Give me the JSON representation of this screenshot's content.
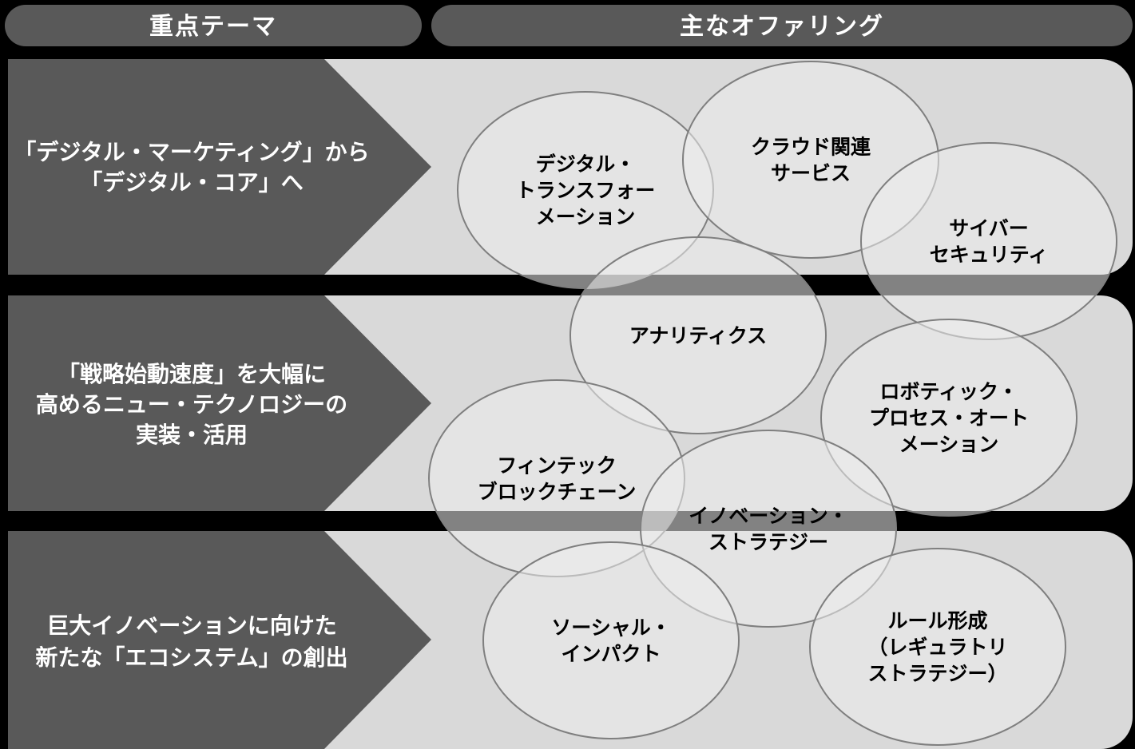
{
  "headers": {
    "themes": "重点テーマ",
    "offerings": "主なオファリング"
  },
  "themes": [
    {
      "lines": [
        "「デジタル・マーケティング」から",
        "「デジタル・コア」へ"
      ]
    },
    {
      "lines": [
        "「戦略始動速度」を大幅に",
        "高めるニュー・テクノロジーの",
        "実装・活用"
      ]
    },
    {
      "lines": [
        "巨大イノベーションに向けた",
        "新たな「エコシステム」の創出"
      ]
    }
  ],
  "offerings": [
    {
      "id": "digital-transformation",
      "lines": [
        "デジタル・",
        "トランスフォー",
        "メーション"
      ]
    },
    {
      "id": "cloud",
      "lines": [
        "クラウド関連",
        "サービス"
      ]
    },
    {
      "id": "cyber-security",
      "lines": [
        "サイバー",
        "セキュリティ"
      ]
    },
    {
      "id": "analytics",
      "lines": [
        "アナリティクス"
      ]
    },
    {
      "id": "rpa",
      "lines": [
        "ロボティック・",
        "プロセス・オート",
        "メーション"
      ]
    },
    {
      "id": "fintech",
      "lines": [
        "フィンテック",
        "ブロックチェーン"
      ]
    },
    {
      "id": "innovation-strategy",
      "lines": [
        "イノベーション・",
        "ストラテジー"
      ]
    },
    {
      "id": "social-impact",
      "lines": [
        "ソーシャル・",
        "インパクト"
      ]
    },
    {
      "id": "rule-making",
      "lines": [
        "ルール形成",
        "（レギュラトリ",
        "ストラテジー）"
      ]
    }
  ],
  "colors": {
    "background": "#000000",
    "header_fill": "#595959",
    "theme_fill": "#595959",
    "band_fill": "#d9d9d9",
    "ellipse_fill": "#ededed",
    "ellipse_stroke": "#7f7f7f"
  }
}
